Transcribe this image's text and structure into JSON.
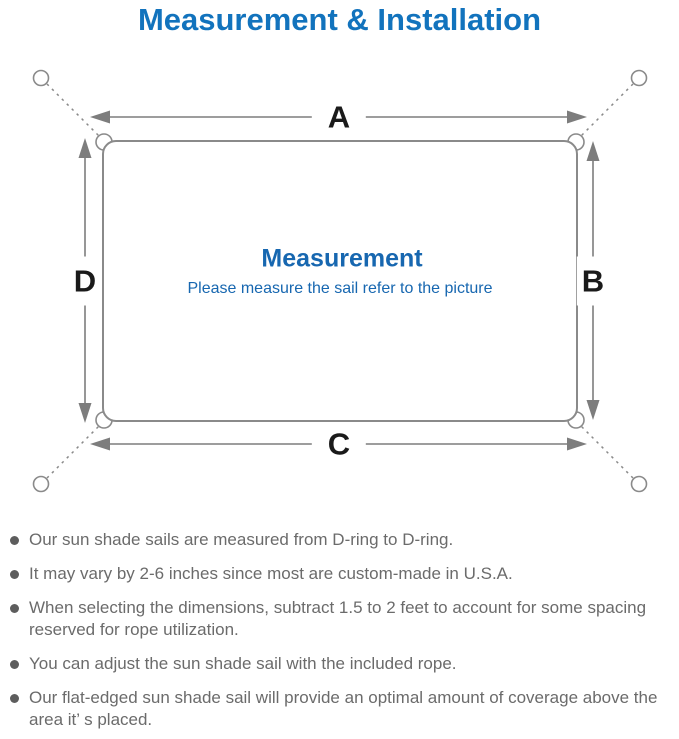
{
  "page": {
    "title": "Measurement & Installation"
  },
  "diagram": {
    "labels": {
      "top": "A",
      "right": "B",
      "bottom": "C",
      "left": "D"
    },
    "center": {
      "heading": "Measurement",
      "subheading": "Please measure the sail refer to the picture"
    }
  },
  "notes": {
    "items": [
      "Our sun shade sails are measured from D-ring to D-ring.",
      "It may vary by 2-6 inches since most are custom-made in U.S.A.",
      "When selecting the dimensions, subtract 1.5 to 2 feet to account for some spacing reserved for rope utilization.",
      "You can adjust the sun shade sail with the included rope.",
      "Our flat-edged sun shade sail will provide an optimal amount of coverage above the area it’ s placed."
    ]
  },
  "colors": {
    "title_blue": "#1273bd",
    "center_blue": "#1767b0",
    "diagram_gray": "#848484",
    "arrow_gray": "#7d7d7d",
    "label_black": "#1a1a1a",
    "note_text_gray": "#6b6b6b",
    "note_bullet_gray": "#5d5d5d"
  }
}
